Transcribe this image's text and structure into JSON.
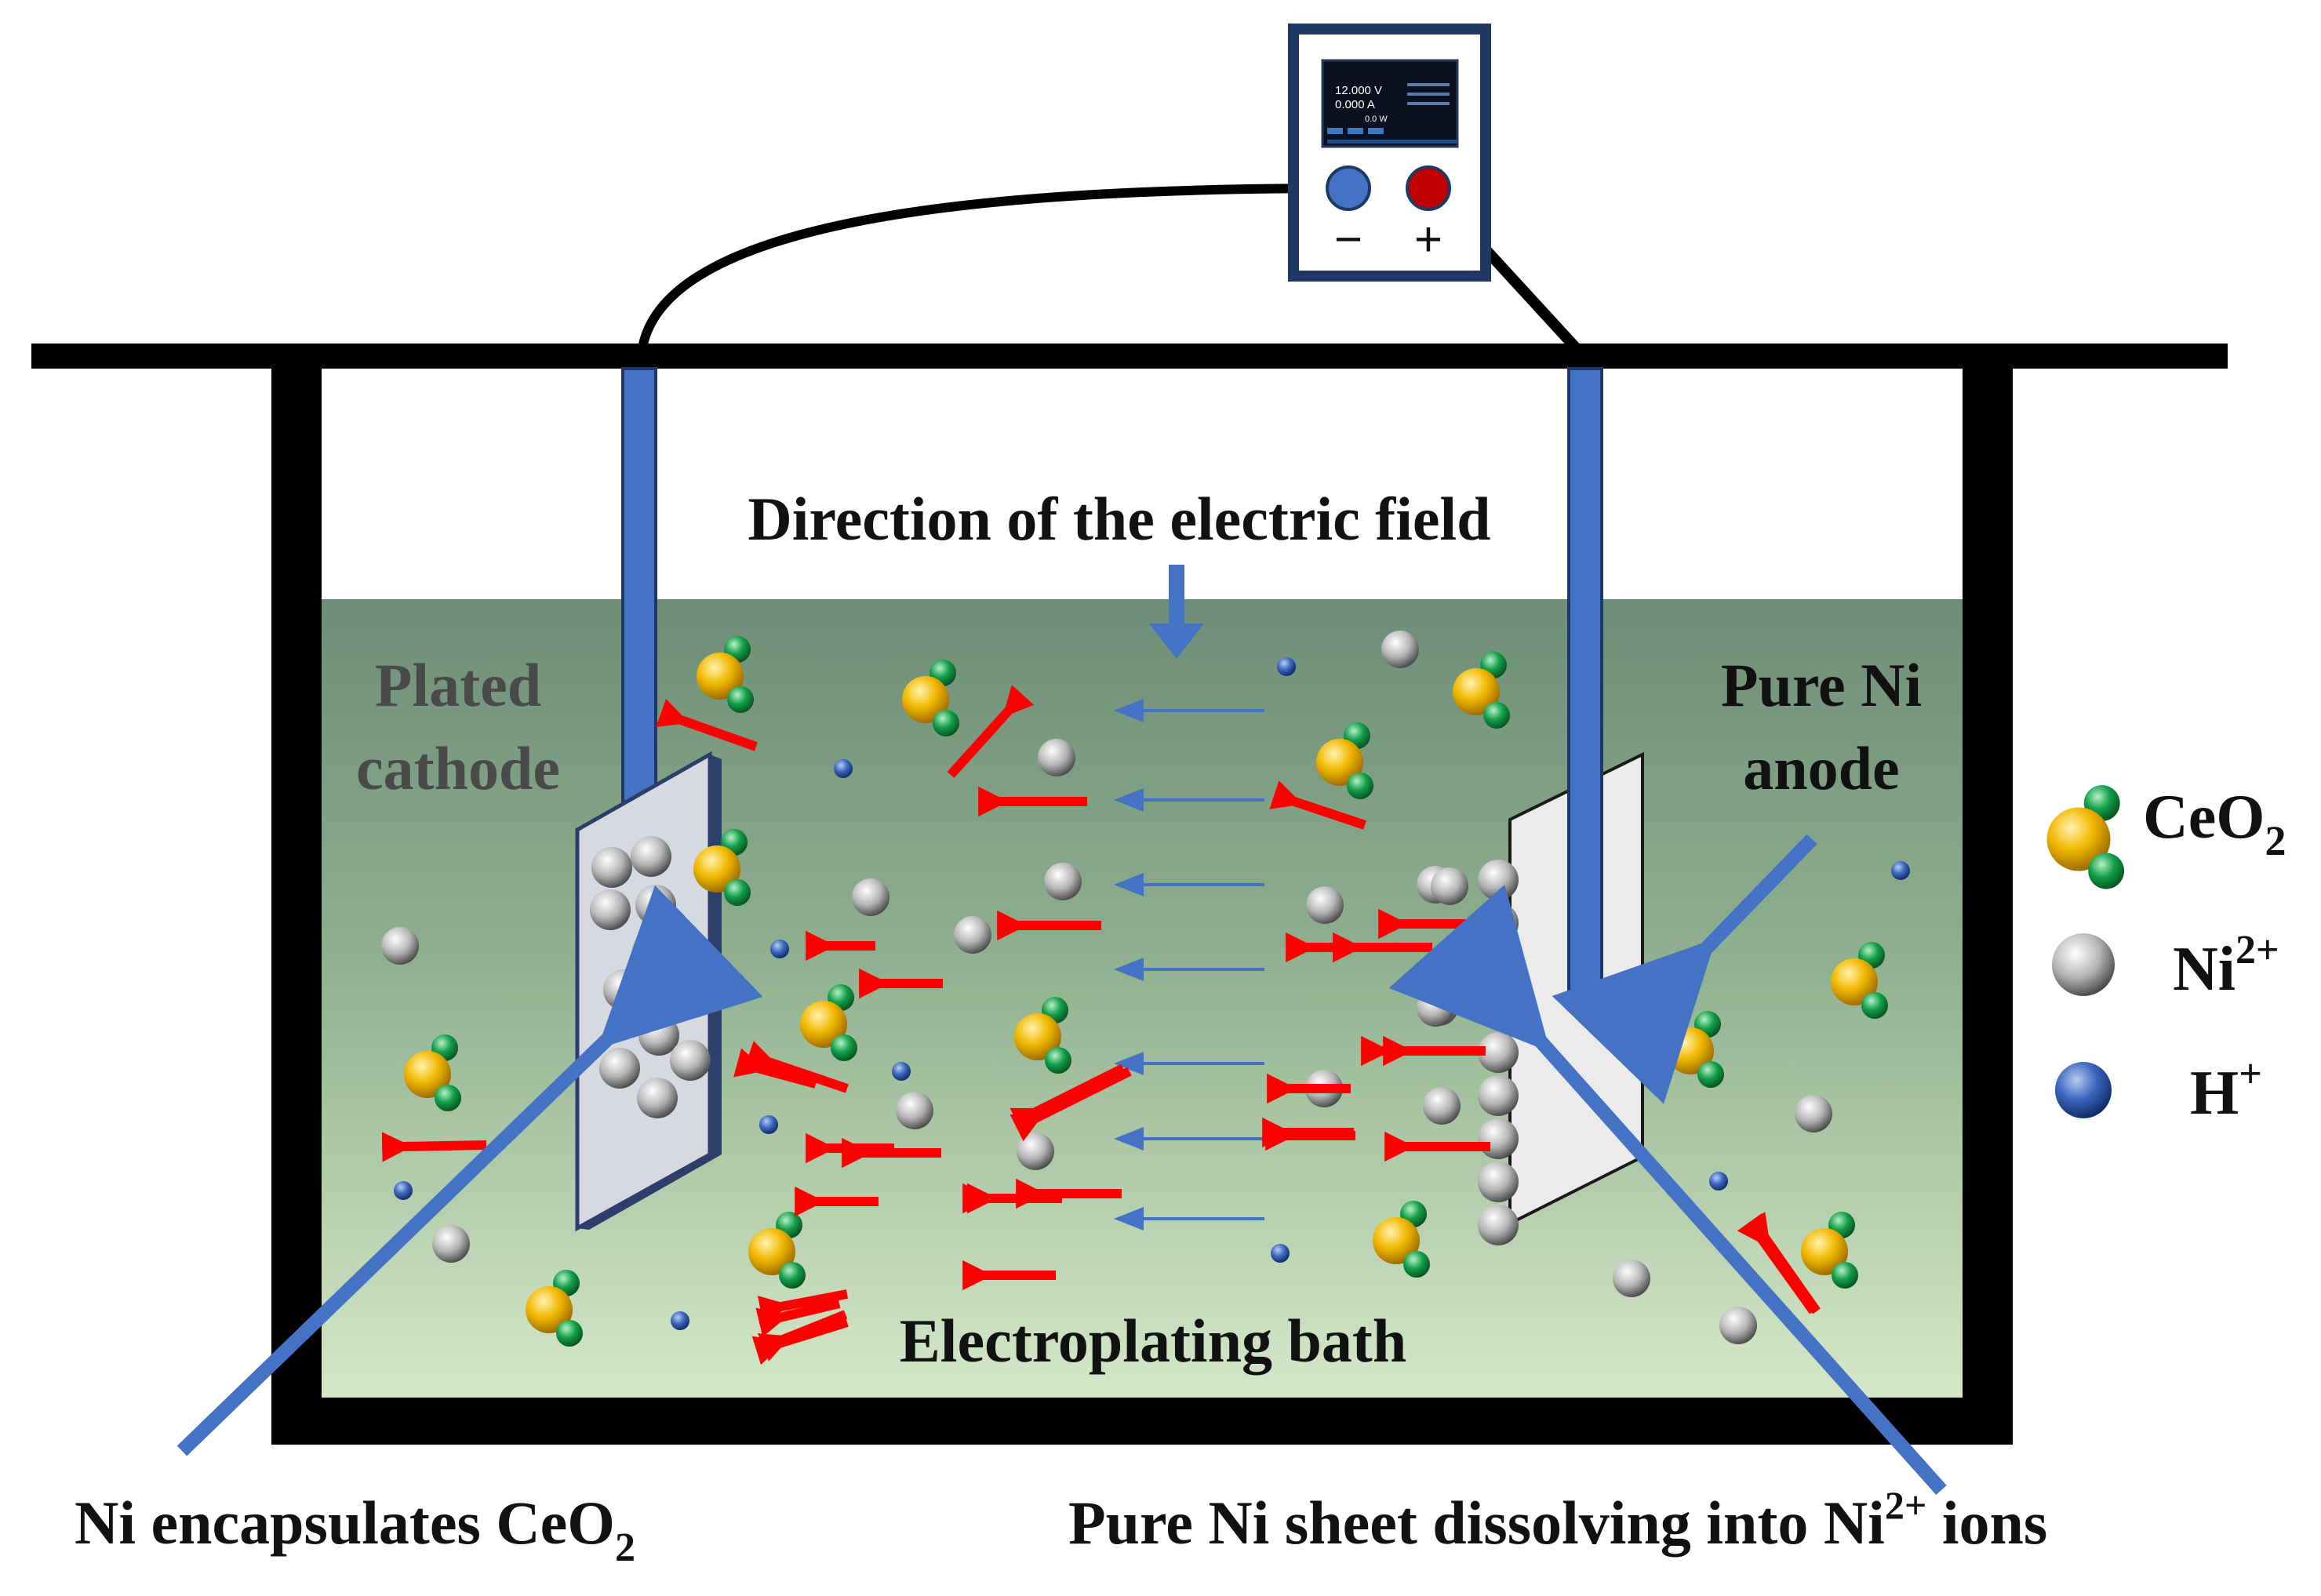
{
  "power_supply": {
    "voltage": "12.000 V",
    "current": "0.000 A",
    "power": "0.0 W",
    "negative_terminal": "−",
    "positive_terminal": "+"
  },
  "labels": {
    "field_direction": "Direction of the electric field",
    "cathode_line1": "Plated",
    "cathode_line2": "cathode",
    "anode_line1": "Pure Ni",
    "anode_line2": "anode",
    "bath": "Electroplating bath",
    "encapsulation_callout": "Ni encapsulates CeO",
    "encapsulation_sub": "2",
    "dissolving_callout_pre": "Pure Ni sheet dissolving into Ni",
    "dissolving_sup": "2+",
    "dissolving_callout_post": " ions"
  },
  "legend": {
    "ceo2": {
      "text": "CeO",
      "sub": "2"
    },
    "ni_ion": {
      "text": "Ni",
      "sup": "2+"
    },
    "h_ion": {
      "text": "H",
      "sup": "+"
    }
  },
  "colors": {
    "electrode_blue": "#4472c4",
    "arrow_red": "#ff0000",
    "ce_yellow": "#f2b800",
    "o_green": "#14a04a",
    "bath_top": "#6e8f78",
    "bath_bottom": "#d4e8c8"
  }
}
